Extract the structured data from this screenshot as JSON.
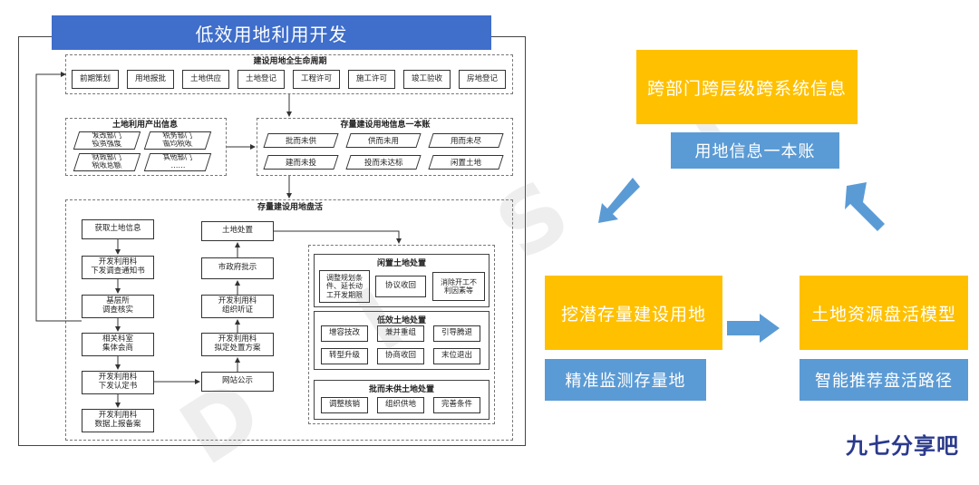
{
  "left": {
    "title": "低效用地利用开发",
    "lifecycle": {
      "title": "建设用地全生命周期",
      "steps": [
        "前期策划",
        "用地报批",
        "土地供应",
        "土地登记",
        "工程许可",
        "施工许可",
        "竣工验收",
        "房地登记"
      ]
    },
    "output_info": {
      "title": "土地利用产出信息",
      "items": [
        {
          "line1": "发改部门",
          "line2": "投资强度"
        },
        {
          "line1": "税务部门",
          "line2": "亩均税收"
        },
        {
          "line1": "财政部门",
          "line2": "税收总额"
        },
        {
          "line1": "其他部门",
          "line2": "……"
        }
      ]
    },
    "ledger": {
      "title": "存量建设用地信息一本账",
      "items": [
        "批而未供",
        "供而未用",
        "用而未尽",
        "建而未投",
        "投而未达标",
        "闲置土地"
      ]
    },
    "revitalize": {
      "title": "存量建设用地盘活",
      "flow_left": [
        "获取土地信息",
        "开发利用科\n下发调查通知书",
        "基层所\n调查核实",
        "相关科室\n集体会商",
        "开发利用科\n下发认定书",
        "开发利用科\n数据上报备案"
      ],
      "flow_right": [
        "土地处置",
        "市政府批示",
        "开发利用科\n组织听证",
        "开发利用科\n拟定处置方案",
        "网站公示"
      ],
      "idle": {
        "title": "闲置土地处置",
        "items": [
          "调整规划条\n件、延长动\n工开发期限",
          "协议收回",
          "消除开工不\n利因素等"
        ]
      },
      "inefficient": {
        "title": "低效土地处置",
        "items": [
          "增容技改",
          "兼并重组",
          "引导腾退",
          "转型升级",
          "协商收回",
          "末位退出"
        ]
      },
      "unsupplied": {
        "title": "批而未供土地处置",
        "items": [
          "调整核销",
          "组织供地",
          "完善条件"
        ]
      }
    }
  },
  "right": {
    "top": "跨部门跨层级跨系统信息",
    "top_sub": "用地信息一本账",
    "left": "挖潜存量建设用地",
    "left_sub": "精准监测存量地",
    "right": "土地资源盘活模型",
    "right_sub": "智能推荐盘活路径"
  },
  "watermark": "DIST",
  "logo": "九七分享吧",
  "colors": {
    "title_blue": "#3f6ecb",
    "yellow": "#ffc000",
    "blue": "#5b9bd5",
    "logo": "#2b3a8c"
  }
}
